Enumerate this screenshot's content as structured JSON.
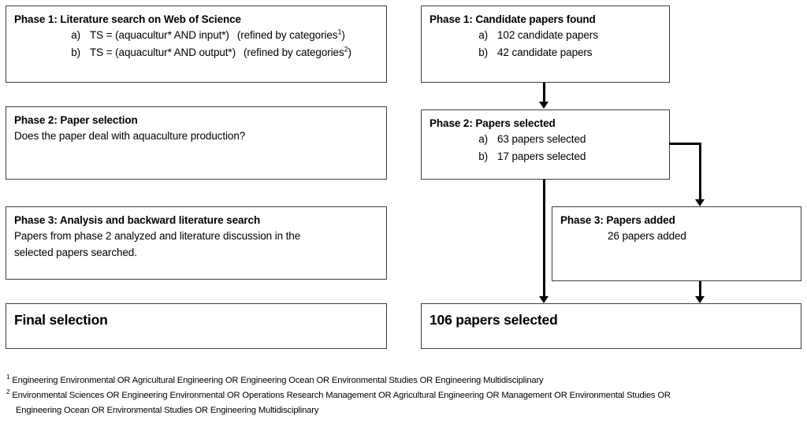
{
  "diagram": {
    "title_hidden": "Literature review methodology flowchart",
    "left_column": [
      {
        "id": "phase1-search",
        "title": "Phase 1: Literature search on Web of Science",
        "items": [
          {
            "marker": "a)",
            "text": "TS = (aquacultur* AND input*)",
            "paren": "(refined by categories",
            "sup": "1",
            "paren_close": ")"
          },
          {
            "marker": "b)",
            "text": "TS = (aquacultur* AND output*)",
            "paren": "(refined by categories",
            "sup": "2",
            "paren_close": ")"
          }
        ]
      },
      {
        "id": "phase2-selection",
        "title": "Phase 2: Paper selection",
        "lines": [
          "Does the paper deal with aquaculture production?"
        ]
      },
      {
        "id": "phase3-analysis",
        "title": "Phase 3: Analysis and backward literature search",
        "lines": [
          "Papers from phase 2 analyzed and literature discussion in the",
          "selected papers searched."
        ]
      },
      {
        "id": "final-selection",
        "title": "Final selection",
        "lines": []
      }
    ],
    "right_column": [
      {
        "id": "phase1-candidates",
        "title": "Phase 1: Candidate papers found",
        "items": [
          {
            "marker": "a)",
            "text": "102 candidate papers"
          },
          {
            "marker": "b)",
            "text": "42 candidate papers"
          }
        ]
      },
      {
        "id": "phase2-papers-selected",
        "title": "Phase 2: Papers selected",
        "items": [
          {
            "marker": "a)",
            "text": "63 papers selected"
          },
          {
            "marker": "b)",
            "text": "17 papers selected"
          }
        ]
      },
      {
        "id": "phase3-papers-added",
        "title": "Phase 3: Papers added",
        "plain_line": "26 papers added"
      },
      {
        "id": "final-count",
        "title": "106 papers selected"
      }
    ],
    "connectors": [
      {
        "id": "phase1-to-phase2-arrow",
        "name": "arrow-down-phase1-phase2"
      },
      {
        "id": "phase2-to-final-arrow",
        "name": "arrow-down-phase2-final"
      },
      {
        "id": "phase2-to-phase3-arrow",
        "name": "arrow-elbow-phase2-phase3"
      },
      {
        "id": "phase3-to-final-arrow",
        "name": "arrow-down-phase3-final"
      }
    ]
  },
  "footnotes": [
    {
      "mark": "1",
      "lines": [
        "Engineering Environmental OR Agricultural Engineering OR Engineering Ocean OR Environmental Studies OR Engineering Multidisciplinary"
      ]
    },
    {
      "mark": "2",
      "lines": [
        "Environmental Sciences OR Engineering Environmental OR Operations Research Management OR Agricultural Engineering OR Management OR Environmental Studies OR",
        "Engineering Ocean OR Environmental Studies OR Engineering Multidisciplinary"
      ]
    }
  ],
  "colors": {
    "border": "#3f3f3f",
    "line": "#000000",
    "text": "#000000",
    "background": "#ffffff"
  }
}
